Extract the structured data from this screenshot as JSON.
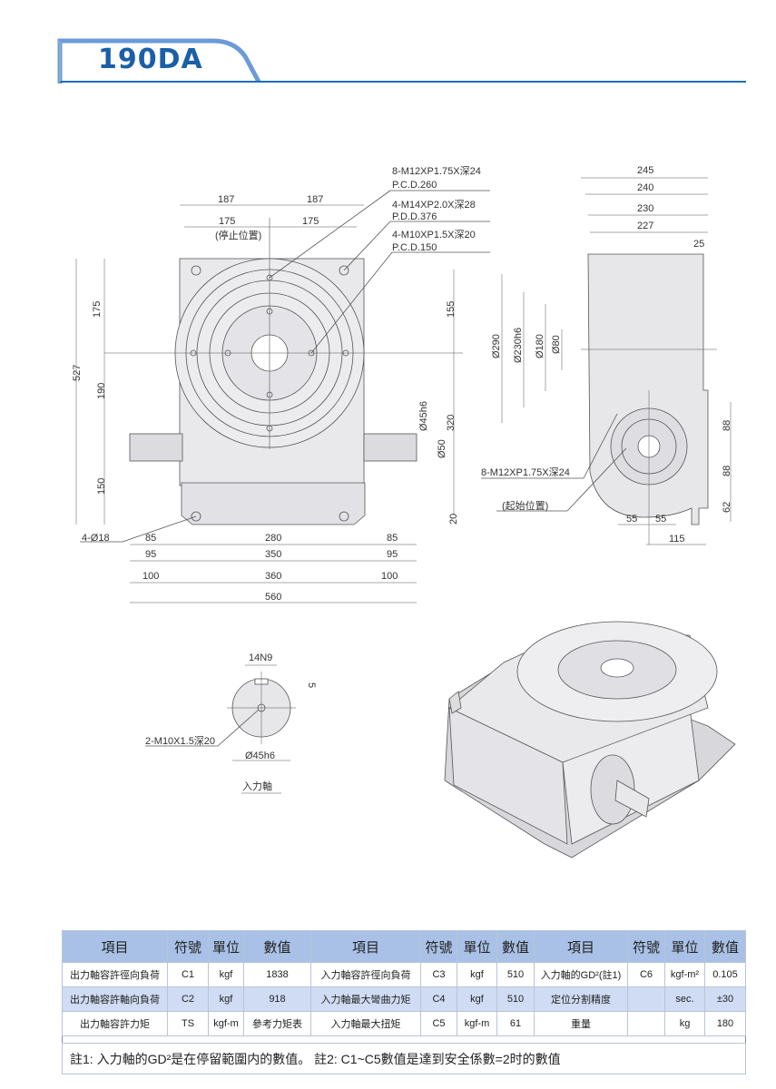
{
  "header": {
    "title": "190DA",
    "accent": "#1a5fa8",
    "tab_color": "#6b9bd8"
  },
  "front_view": {
    "callouts": [
      "8-M12XP1.75X深24",
      "P.C.D.260",
      "4-M14XP2.0X深28",
      "P.D.D.376",
      "4-M10XP1.5X深20",
      "P.C.D.150"
    ],
    "dims": [
      "187",
      "187",
      "175",
      "175",
      "(停止位置)",
      "175",
      "527",
      "190",
      "150",
      "155",
      "320",
      "Ø45h6",
      "Ø50",
      "20",
      "4-Ø18",
      "85",
      "280",
      "85",
      "95",
      "350",
      "95",
      "100",
      "360",
      "100",
      "560"
    ]
  },
  "side_view": {
    "dims": [
      "245",
      "240",
      "230",
      "227",
      "25",
      "Ø290",
      "Ø230h6",
      "Ø180",
      "Ø80",
      "88",
      "88",
      "62",
      "55",
      "55",
      "115",
      "8-M12XP1.75X深24",
      "(起始位置)"
    ]
  },
  "shaft_detail": {
    "keyway": "14N9",
    "key_depth": "5",
    "tap": "2-M10X1.5深20",
    "diameter": "Ø45h6",
    "caption": "入力軸"
  },
  "spec_table": {
    "headers": [
      "項目",
      "符號",
      "單位",
      "數值",
      "項目",
      "符號",
      "單位",
      "數值",
      "項目",
      "符號",
      "單位",
      "數值"
    ],
    "rows": [
      [
        "出力軸容許徑向負荷",
        "C1",
        "kgf",
        "1838",
        "入力軸容許徑向負荷",
        "C3",
        "kgf",
        "510",
        "入力軸的GD²(註1)",
        "C6",
        "kgf-m²",
        "0.105"
      ],
      [
        "出力軸容許軸向負荷",
        "C2",
        "kgf",
        "918",
        "入力軸最大彎曲力矩",
        "C4",
        "kgf",
        "510",
        "定位分割精度",
        "",
        "sec.",
        "±30"
      ],
      [
        "出力軸容許力矩",
        "TS",
        "kgf-m",
        "參考力矩表",
        "入力軸最大扭矩",
        "C5",
        "kgf-m",
        "61",
        "重量",
        "",
        "kg",
        "180"
      ]
    ],
    "note": "註1: 入力軸的GD²是在停留範圍内的數值。 註2: C1~C5數值是達到安全係數=2时的數值"
  }
}
